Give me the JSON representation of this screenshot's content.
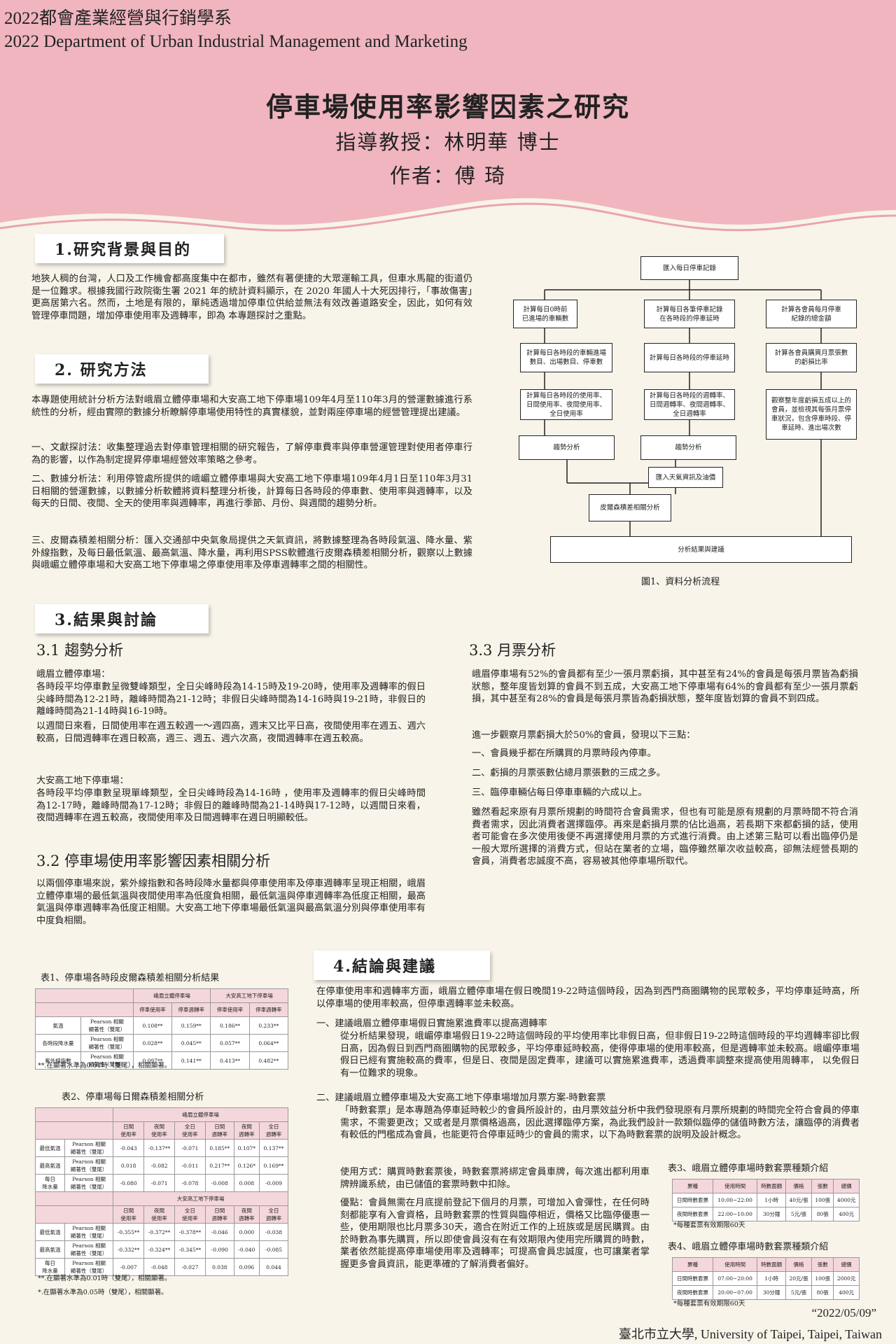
{
  "header": {
    "dept_zh": "2022都會產業經營與行銷學系",
    "dept_en": "2022 Department of Urban Industrial Management and Marketing",
    "title": "停車場使用率影響因素之研究",
    "advisor": "指導教授：林明華 博士",
    "author": "作者：傅 琦"
  },
  "colors": {
    "header_pink": "#f0b5bf",
    "page_bg": "#f8f4ea"
  },
  "s1": {
    "heading": "1.研究背景與目的",
    "body": "地狹人稠的台灣，人口及工作機會都高度集中在都市，雖然有著便捷的大眾運輸工具，但車水馬龍的街道仍是一位難求。根據我國行政院衛生署 2021 年的統計資料顯示，在 2020 年國人十大死因排行，「事故傷害」更高居第六名。然而，土地是有限的，單純透過增加停車位供給並無法有效改善道路安全，因此，如何有效管理停車問題，增加停車使用率及週轉率，即為 本專題探討之重點。"
  },
  "s2": {
    "heading": "2. 研究方法",
    "intro": "本專題使用統計分析方法對峨眉立體停車場和大安高工地下停車場109年4月至110年3月的營運數據進行系統性的分析，經由實際的數據分析瞭解停車場使用特性的真實樣貌，並對兩座停車場的經營管理提出建議。",
    "m1": "一、文獻探討法：收集整理過去對停車管理相關的研究報告，了解停車費率與停車營運管理對使用者停車行為的影響，以作為制定提昇停車場經營效率策略之參考。",
    "m2": "二、數據分析法：利用停管處所提供的峨嵋立體停車場與大安高工地下停車場109年4月1日至110年3月31日相關的營運數據，以數據分析軟體將資料整理分析後，計算每日各時段的停車數、使用率與週轉率，以及每天的日間、夜間、全天的使用率與週轉率，再進行季節、月份、與週間的趨勢分析。",
    "m3": "三、皮爾森積差相關分析：匯入交通部中央氣象局提供之天氣資訊，將數據整理為各時段氣溫、降水量、紫外線指數，及每日最低氣溫、最高氣溫、降水量，再利用SPSS軟體進行皮爾森積差相關分析，觀察以上數據與峨嵋立體停車場和大安高工地下停車場之停車使用率及停車週轉率之間的相關性。"
  },
  "flow": {
    "n1": "匯入每日停車記錄",
    "a1": "計算每日0時前\n已進場的車輛數",
    "a2": "計算每日各時段的車輛進場\n數目、出場數目、停車數",
    "a3": "計算每日各時段的使用率、\n日間使用率、夜間使用率、\n全日使用率",
    "a4": "趨勢分析",
    "b1": "計算每日各筆停車記錄\n在各時段的停車延時",
    "b2": "計算每日各時段的停車延時",
    "b3": "計算每日各時段的週轉率、\n日間週轉率、夜間週轉率、\n全日週轉率",
    "b4": "趨勢分析",
    "c1": "計算各會員每月停車\n紀錄的總金額",
    "c2": "計算各會員購買月票張數\n的虧損比率",
    "c3": "觀察整年度虧損五成以上的\n會員，並檢視其每張月票停\n車狀況，包含停車時段、停\n車延時、進出場次數",
    "w": "匯入天氣資訊及油價",
    "p": "皮爾森積差相關分析",
    "r": "分析結果與建議",
    "caption": "圖1、資料分析流程"
  },
  "s3": {
    "heading": "3.結果與討論",
    "h31": "3.1 趨勢分析",
    "em_title": "峨眉立體停車場：",
    "em_body": "各時段平均停車數呈微雙峰類型，全日尖峰時段為14-15時及19-20時，使用率及週轉率的假日尖峰時間為12-21時，離峰時間為21-12時；非假日尖峰時間為14-16時與19-21時，非假日的離峰時間為21-14時與16-19時。",
    "em_body2": "以週間日來看，日間使用率在週五較週一～週四高，週末又比平日高，夜間使用率在週五、週六較高，日間週轉率在週日較高，週三、週五、週六次高，夜間週轉率在週五較高。",
    "da_title": "大安高工地下停車場：",
    "da_body": "各時段平均停車數呈現單峰類型，全日尖峰時段為14-16時 ，使用率及週轉率的假日尖峰時間為12-17時，離峰時間為17-12時；非假日的離峰時間為21-14時與17-12時，以週間日來看，夜間週轉率在週五較高，夜間使用率及日間週轉率在週日明顯較低。",
    "h32": "3.2 停車場使用率影響因素相關分析",
    "b32": "以兩個停車場來說，紫外線指數和各時段降水量都與停車使用率及停車週轉率呈現正相關，峨眉立體停車場的最低氣溫與夜間使用率為低度負相關，最低氣溫與停車週轉率為低度正相關，最高氣溫與停車週轉率為低度正相關。大安高工地下停車場最低氣溫與最高氣溫分別與停車使用率有中度負相關。",
    "h33": "3.3 月票分析",
    "b33": "峨眉停車場有52%的會員都有至少一張月票虧損，其中甚至有24%的會員是每張月票皆為虧損狀態，整年度皆划算的會員不到五成，大安高工地下停車場有64%的會員都有至少一張月票虧損，其中甚至有28%的會員是每張月票皆為虧損狀態，整年度皆划算的會員不到四成。",
    "b33b": "進一步觀察月票虧損大於50%的會員，發現以下三點：",
    "pt1": "一、會員幾乎都在所購買的月票時段內停車。",
    "pt2": "二、虧損的月票張數佔總月票張數的三成之多。",
    "pt3": "三、臨停車輛佔每日停車車輛的六成以上。",
    "b33c": "雖然看起來原有月票所規劃的時間符合會員需求，但也有可能是原有規劃的月票時間不符合消費者需求，因此消費者選擇臨停。再來是虧損月票的佔比過高，若長期下來都虧損的話，使用者可能會在多次使用後便不再選擇使用月票的方式進行消費。由上述第三點可以看出臨停仍是一般大眾所選擇的消費方式，但站在業者的立場，臨停雖然單次收益較高，卻無法經營長期的會員，消費者忠誠度不高，容易被其他停車場所取代。"
  },
  "t1": {
    "caption": "表1、停車場各時段皮爾森積差相關分析結果",
    "grp1": "峨眉立體停車場",
    "grp2": "大安高工地下停車場",
    "cols": [
      "停車使用率",
      "停車週轉率",
      "停車使用率",
      "停車週轉率"
    ],
    "stat": "Pearson 相關\n顯著性（雙尾）",
    "rows": [
      {
        "name": "氣溫",
        "v": [
          "0.108**",
          "0.159**",
          "0.186**",
          "0.233**"
        ]
      },
      {
        "name": "各時段降水量",
        "v": [
          "0.028**",
          "0.045**",
          "0.057**",
          "0.064**"
        ]
      },
      {
        "name": "紫外線指數",
        "v": [
          "0.097**",
          "0.141**",
          "0.413**",
          "0.482**"
        ]
      }
    ],
    "note": "**.在顯著水準為0.01時（雙尾），相關顯著。"
  },
  "t2": {
    "caption": "表2、停車場每日爾森積差相關分析",
    "grp1": "峨眉立體停車場",
    "grp2": "大安高工地下停車場",
    "cols": [
      "日間\n使用率",
      "夜間\n使用率",
      "全日\n使用率",
      "日間\n週轉率",
      "夜間\n週轉率",
      "全日\n週轉率"
    ],
    "stat": "Pearson 相關\n顯著性（雙尾）",
    "rows1": [
      {
        "name": "最低氣溫",
        "v": [
          "-0.043",
          "-0.137**",
          "-0.071",
          "0.185**",
          "0.107*",
          "0.137**"
        ]
      },
      {
        "name": "最高氣溫",
        "v": [
          "0.018",
          "-0.082",
          "-0.011",
          "0.217**",
          "0.126*",
          "0.169**"
        ]
      },
      {
        "name": "每日\n降水量",
        "v": [
          "-0.080",
          "-0.071",
          "-0.078",
          "-0.008",
          "0.008",
          "-0.009"
        ]
      }
    ],
    "rows2": [
      {
        "name": "最低氣溫",
        "v": [
          "-0.355**",
          "-0.372**",
          "-0.378**",
          "-0.046",
          "0.000",
          "-0.038"
        ]
      },
      {
        "name": "最高氣溫",
        "v": [
          "-0.332**",
          "-0.324**",
          "-0.345**",
          "-0.090",
          "-0.040",
          "-0.085"
        ]
      },
      {
        "name": "每日\n降水量",
        "v": [
          "-0.007",
          "-0.048",
          "-0.027",
          "0.038",
          "0.096",
          "0.044"
        ]
      }
    ],
    "note1": "**.在顯著水準為0.01時（雙尾），相關顯著。",
    "note2": "*.在顯著水準為0.05時（雙尾），相關顯著。"
  },
  "s4": {
    "heading": "4.結論與建議",
    "intro": "在停車使用率和週轉率方面，峨眉立體停車場在假日晚間19-22時這個時段，因為到西門商圈購物的民眾較多，平均停車延時高，所以停車場的使用率較高，但停車週轉率並未較高。",
    "r1_title": "一、建議峨眉立體停車場假日實施累進費率以提高週轉率",
    "r1_body": "從分析結果發現，峨嵋停車場假日19-22時這個時段的平均使用率比非假日高，但非假日19-22時這個時段的平均週轉率卻比假日高，因為假日到西門商圈購物的民眾較多，平均停車延時較高，使得停車場的使用率較高，但是週轉率並未較高。峨嵋停車場假日已經有實施較高的費率，但是日、夜間是固定費率，建議可以實施累進費率，透過費率調整來提高使用周轉率， 以免假日有一位難求的現象。",
    "r2_title": "二、建議峨眉立體停車場及大安高工地下停車場增加月票方案-時數套票",
    "r2_body": "「時數套票」是本專題為停車延時較少的會員所設計的，由月票效益分析中我們發現原有月票所規劃的時間完全符合會員的停車需求，不需要更改；又或者是月票價格過高，因此選擇臨停方案，為此我們設計一款類似臨停的儲值時數方法，讓臨停的消費者有較低的門檻成為會員，也能更符合停車延時少的會員的需求，以下為時數套票的說明及設計概念。",
    "usage": "使用方式：購買時數套票後，時數套票將綁定會員車牌，每次進出都利用車牌辨識系統，由已儲值的套票時數中扣除。",
    "merit": "優點：會員無需在月底提前登記下個月的月票，可增加入會彈性，在任何時刻都能享有入會資格，且時數套票的性質與臨停相近，價格又比臨停優惠一些，使用期限也比月票多30天，適合在附近工作的上班族或是居民購買。由於時數為事先購買，所以即使會員沒有在有效期限內使用完所購買的時數，業者依然能提高停車場使用率及週轉率；可提高會員忠誠度，也可讓業者掌握更多會員資訊，能更準確的了解消費者偏好。"
  },
  "t3": {
    "caption": "表3、峨眉立體停車場時數套票種類介紹",
    "cols": [
      "票種",
      "使用時間",
      "時數面額",
      "價格",
      "張數",
      "總價"
    ],
    "rows": [
      [
        "日間時數套票",
        "10:00~22:00",
        "1小時",
        "40元/張",
        "100張",
        "4000元"
      ],
      [
        "夜間時數套票",
        "22:00~10:00",
        "30分鐘",
        "5元/張",
        "80張",
        "400元"
      ]
    ],
    "note": "*每種套票有效期限60天"
  },
  "t4": {
    "caption": "表4、峨眉立體停車場時數套票種類介紹",
    "cols": [
      "票種",
      "使用時間",
      "時數面額",
      "價格",
      "張數",
      "總價"
    ],
    "rows": [
      [
        "日間時數套票",
        "07:00~20:00",
        "1小時",
        "20元/張",
        "100張",
        "2000元"
      ],
      [
        "夜間時數套票",
        "20:00~07:00",
        "30分鐘",
        "5元/張",
        "80張",
        "400元"
      ]
    ],
    "note": "*每種套票有效期限60天"
  },
  "footer": {
    "date": "“2022/05/09”",
    "univ": "臺北市立大學, University of Taipei, Taipei, Taiwan"
  }
}
